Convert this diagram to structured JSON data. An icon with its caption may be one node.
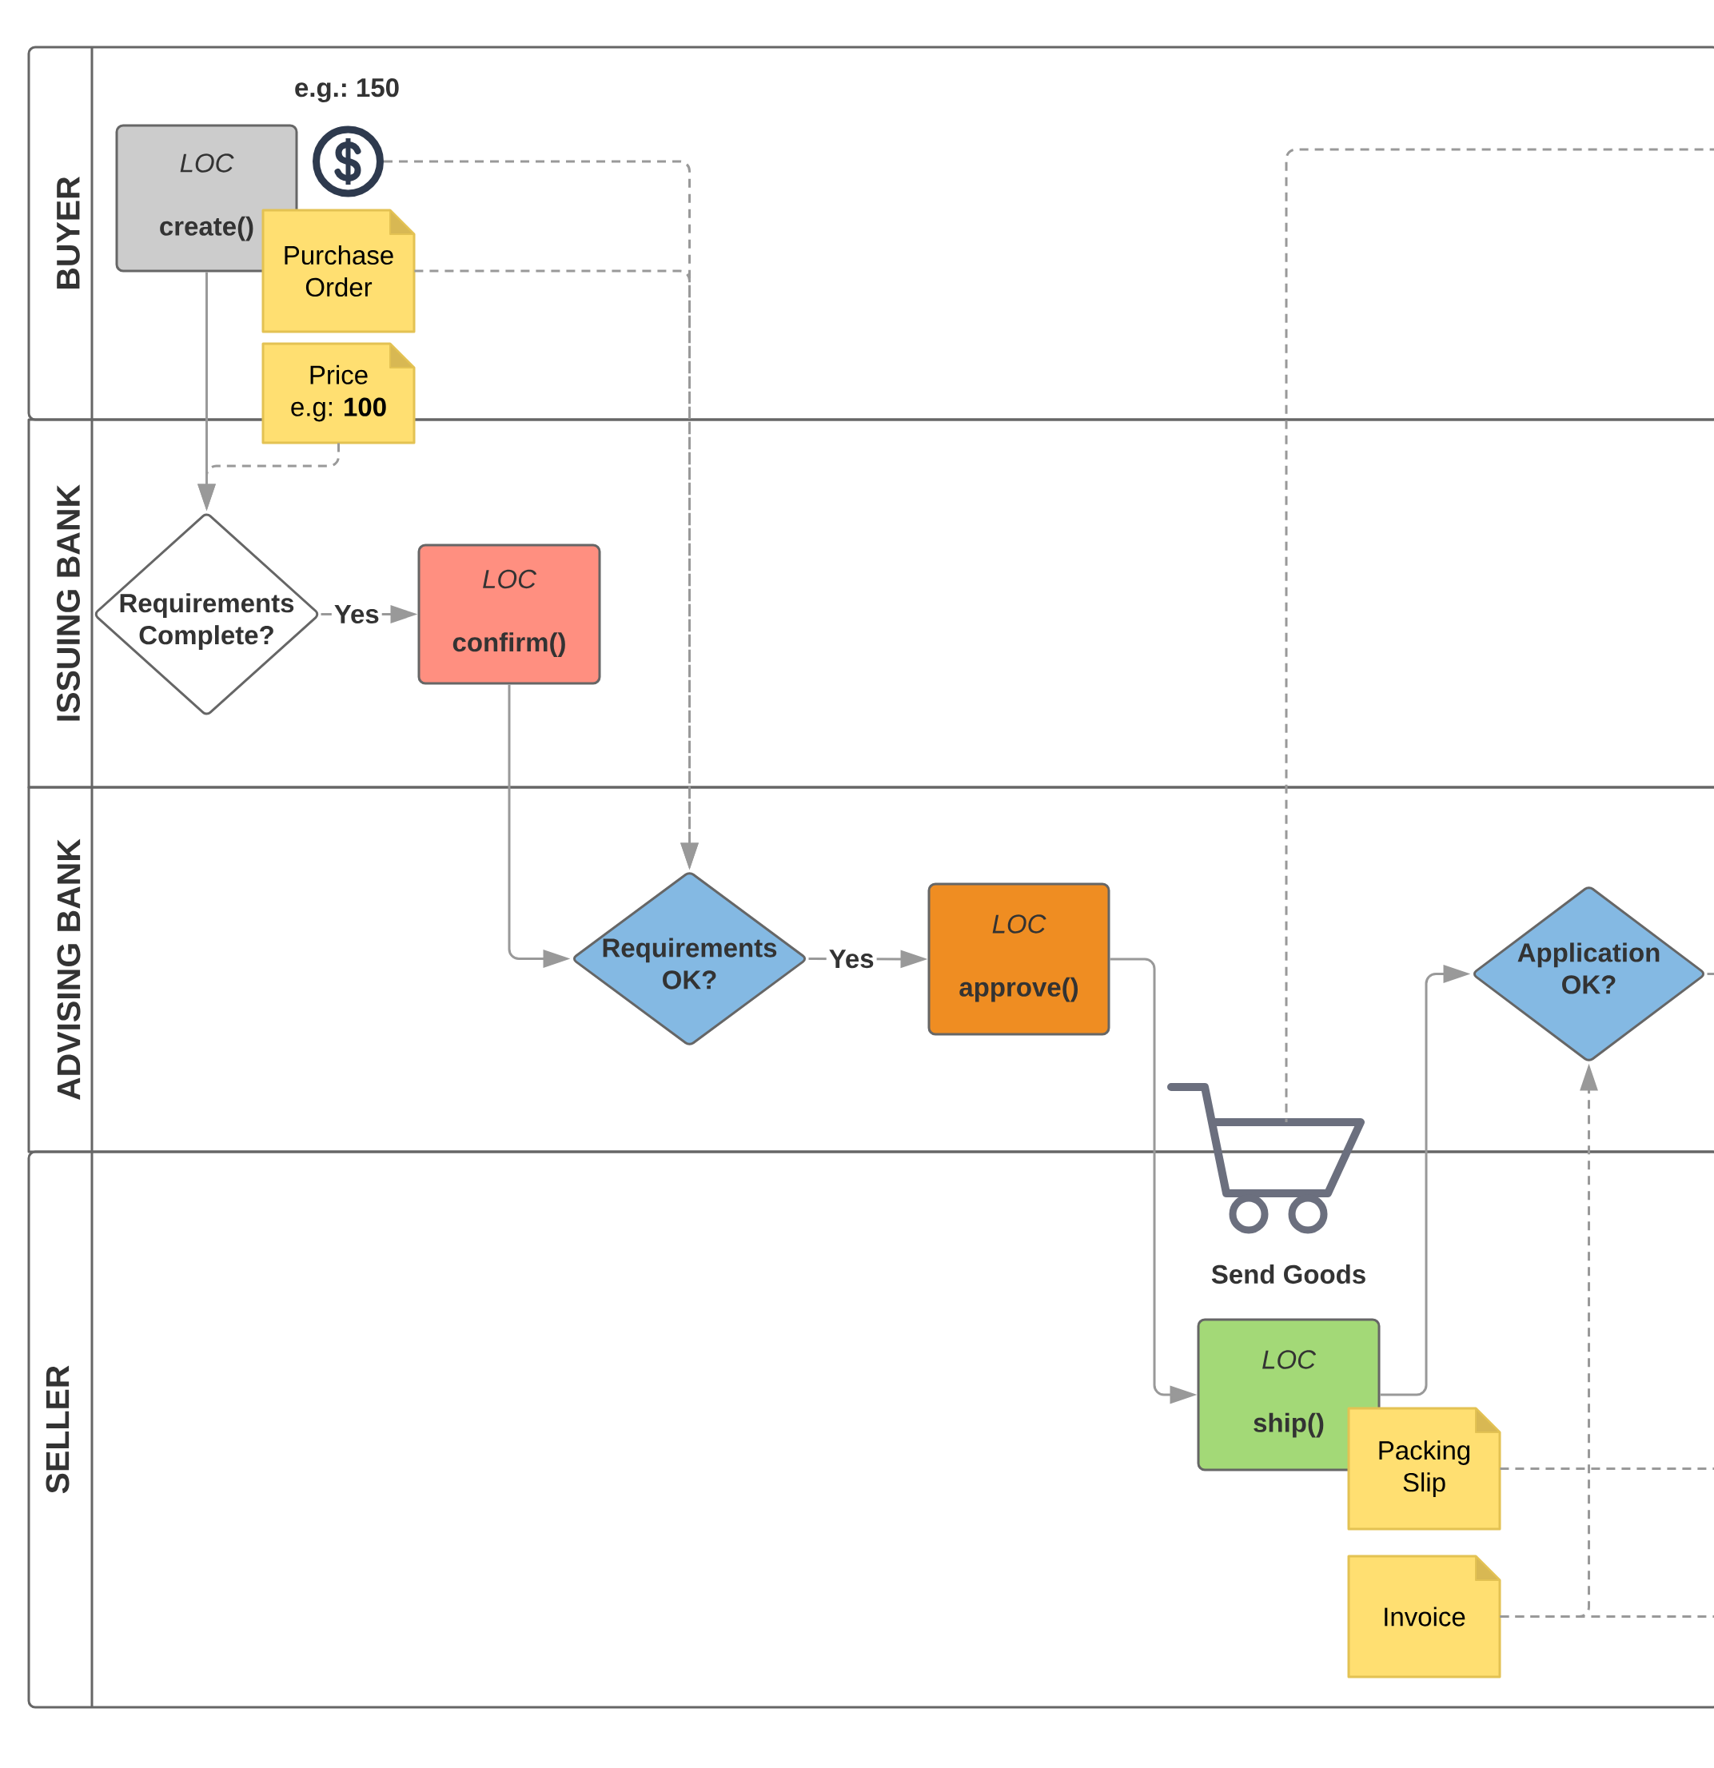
{
  "diagram": {
    "nodes": [
      {
        "text": [
          "BUYER"
        ]
      },
      {
        "text": [
          "ISSUING BANK"
        ]
      },
      {
        "text": [
          "ADVISING BANK"
        ]
      },
      {
        "text": [
          "SELLER"
        ]
      },
      {
        "text": [
          "LOC",
          "create()"
        ],
        "in": 0
      },
      {
        "text": [],
        "shape": "circle",
        "beside": [
          "e.g.: 150"
        ],
        "in": 0
      },
      {
        "text": [
          "Purchase Order"
        ],
        "in": 0
      },
      {
        "text": [
          "Price e.g: **100**"
        ]
      },
      {
        "text": [
          "Requirements Complete?"
        ],
        "in": 1
      },
      {
        "text": [
          "LOC",
          "confirm()"
        ],
        "in": 1
      },
      {
        "text": [
          "Requirements OK?"
        ],
        "in": 2
      },
      {
        "text": [
          "LOC",
          "approve()"
        ],
        "in": 2
      },
      {
        "text": [
          "Application OK?"
        ],
        "in": 2
      },
      {
        "text": [],
        "shape": "picture",
        "beside": [
          "Send Goods"
        ]
      },
      {
        "text": [
          "LOC",
          "ship()"
        ],
        "in": 3
      },
      {
        "text": [
          "Packing Slip"
        ],
        "in": 3
      },
      {
        "text": [
          "Invoice"
        ],
        "in": 3
      }
    ],
    "edges": [
      {
        "from": 4,
        "to": 8,
        "arrow": "to"
      },
      {
        "from": 7,
        "to": 8,
        "arrow": "to",
        "style": "dashed"
      },
      {
        "from": 8,
        "to": 9,
        "arrow": "to",
        "label": "Yes"
      },
      {
        "from": 9,
        "to": 10,
        "arrow": "to"
      },
      {
        "from": 5,
        "to": 10,
        "arrow": "to",
        "style": "dashed"
      },
      {
        "from": 6,
        "to": 10,
        "arrow": "to",
        "style": "dashed"
      },
      {
        "from": 10,
        "to": 11,
        "arrow": "to",
        "label": "Yes"
      },
      {
        "from": 11,
        "to": 14,
        "arrow": "to"
      },
      {
        "from": 13,
        "to": 0,
        "arrow": "none",
        "style": "dashed"
      },
      {
        "from": 14,
        "to": 12,
        "arrow": "to"
      },
      {
        "from": 12,
        "to": null,
        "arrow": "none"
      },
      {
        "from": 15,
        "to": null,
        "arrow": "none",
        "style": "dashed"
      },
      {
        "from": 16,
        "to": 12,
        "arrow": "to",
        "style": "dashed"
      },
      {
        "from": 16,
        "to": null,
        "arrow": "none",
        "style": "dashed"
      }
    ]
  }
}
